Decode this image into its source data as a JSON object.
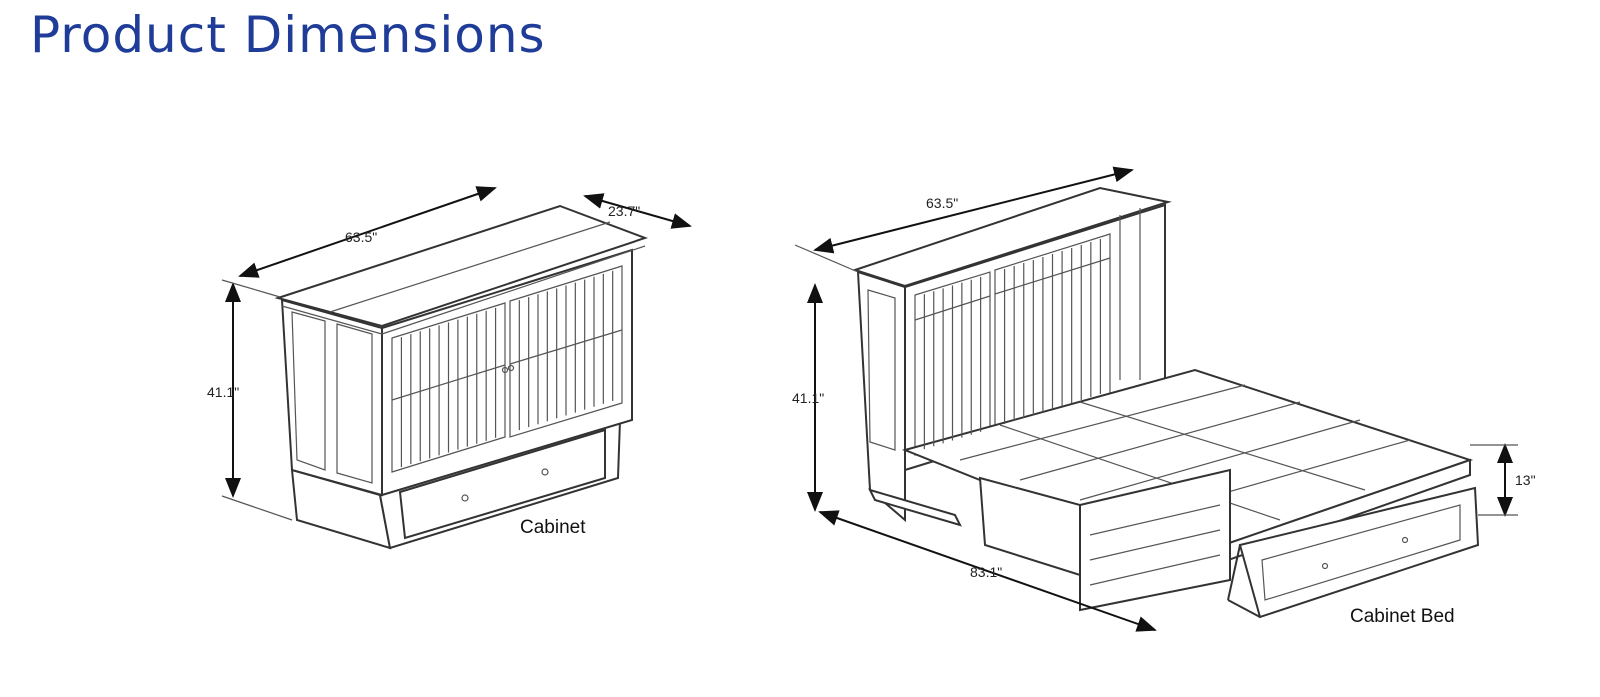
{
  "title": "Product Dimensions",
  "cabinet": {
    "caption": "Cabinet",
    "width": "63.5\"",
    "depth": "23.7\"",
    "height": "41.1\""
  },
  "cabinet_bed": {
    "caption": "Cabinet Bed",
    "width": "63.5\"",
    "height": "41.1\"",
    "bed_height": "13\"",
    "length": "83.1\""
  }
}
